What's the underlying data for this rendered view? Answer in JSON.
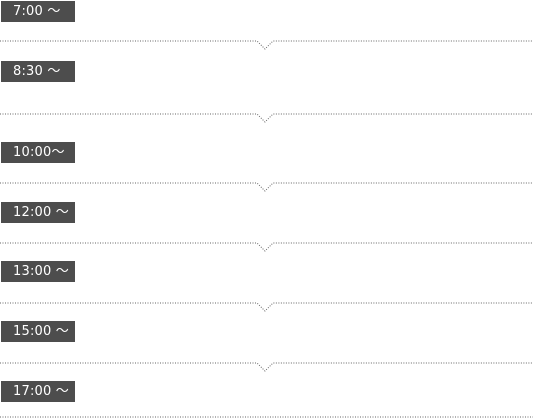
{
  "schedule": {
    "items": [
      {
        "time": "7:00 〜"
      },
      {
        "time": "8:30 〜"
      },
      {
        "time": "10:00〜"
      },
      {
        "time": "12:00 〜"
      },
      {
        "time": "13:00 〜"
      },
      {
        "time": "15:00 〜"
      },
      {
        "time": "17:00 〜"
      }
    ]
  },
  "colors": {
    "badge_background": "#4d4d4d",
    "badge_text": "#ffffff",
    "divider": "#666666"
  }
}
